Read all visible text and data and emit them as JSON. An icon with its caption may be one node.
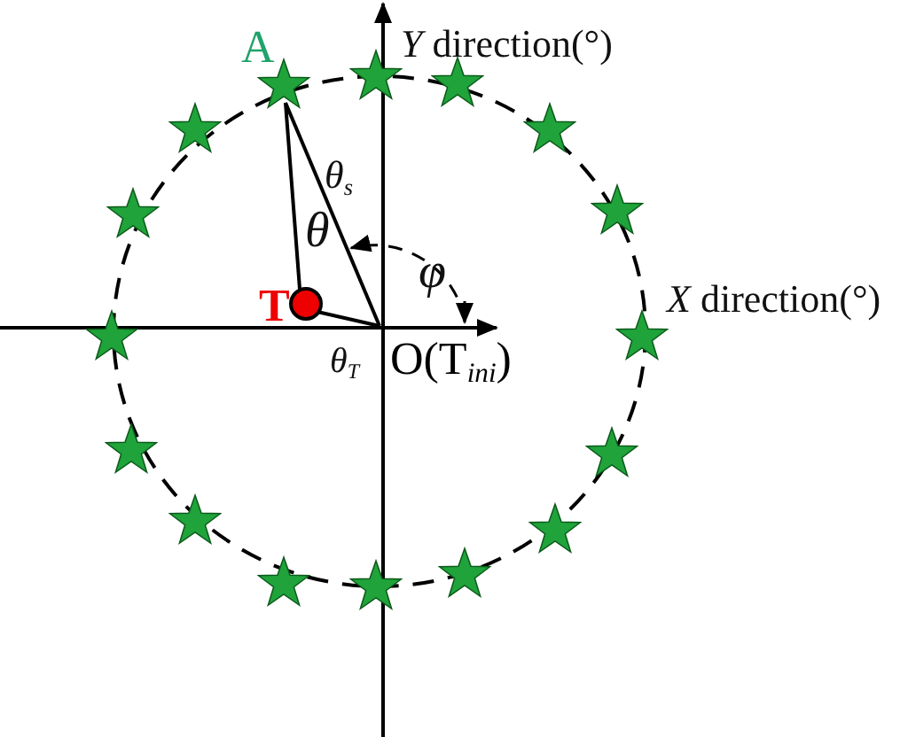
{
  "diagram": {
    "nodes": [
      {
        "text": [
          "A"
        ]
      },
      {
        "text": [
          "T"
        ]
      },
      {
        "text": [
          "O(T$_{ini}$)"
        ]
      },
      {
        "text": [],
        "shape": "star"
      },
      {
        "text": [],
        "shape": "star"
      },
      {
        "text": [],
        "shape": "star"
      },
      {
        "text": [],
        "shape": "star"
      },
      {
        "text": [],
        "shape": "star"
      },
      {
        "text": [],
        "shape": "star"
      },
      {
        "text": [],
        "shape": "star"
      },
      {
        "text": [],
        "shape": "star"
      },
      {
        "text": [],
        "shape": "star"
      },
      {
        "text": [],
        "shape": "star"
      },
      {
        "text": [],
        "shape": "star"
      },
      {
        "text": [],
        "shape": "star"
      },
      {
        "text": [],
        "shape": "star"
      },
      {
        "text": [],
        "shape": "star"
      },
      {
        "text": [],
        "shape": "star"
      }
    ],
    "edges": [
      {
        "from": 0,
        "to": 1,
        "arrow": "none"
      },
      {
        "from": 0,
        "to": 2,
        "arrow": "none"
      },
      {
        "from": 1,
        "to": 2,
        "arrow": "none"
      }
    ],
    "labels": [
      "*Y* direction(°)",
      "θ$_{s}$",
      "θ",
      "φ",
      "*X* direction(°)",
      "θ$_{T}$"
    ]
  }
}
